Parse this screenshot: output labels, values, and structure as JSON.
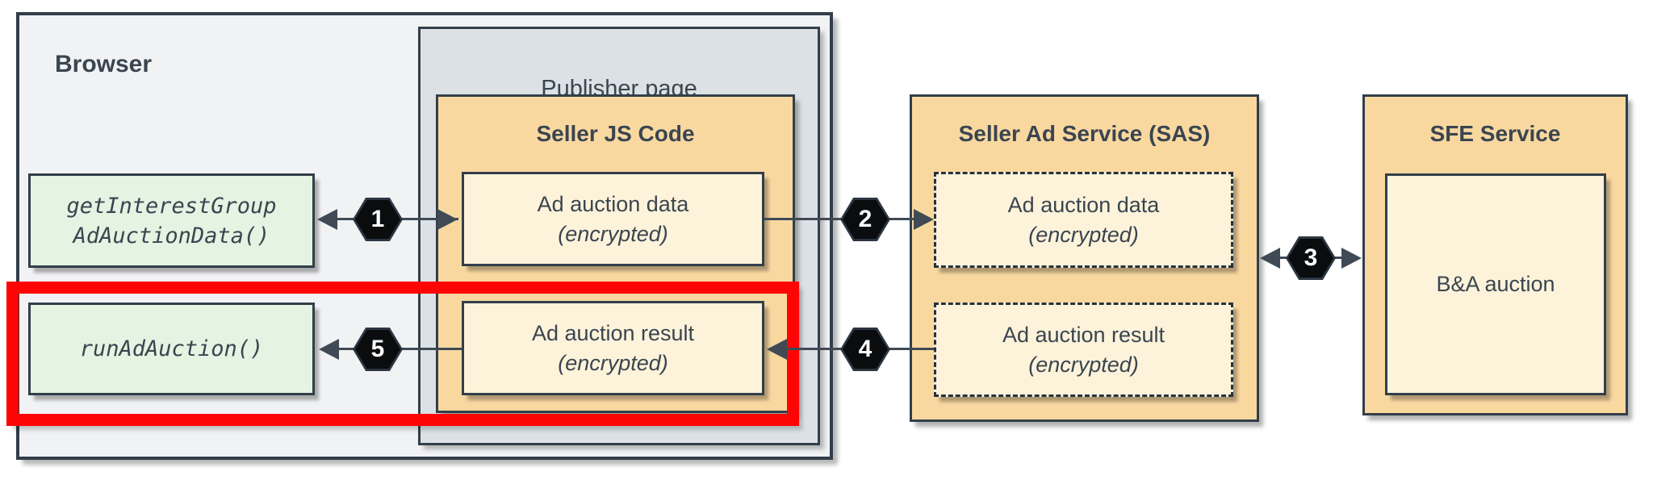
{
  "browser": {
    "title": "Browser"
  },
  "publisher": {
    "title": "Publisher page"
  },
  "seller_js": {
    "title": "Seller JS Code",
    "boxes": {
      "data": {
        "line1": "Ad auction data",
        "line2": "(encrypted)"
      },
      "result": {
        "line1": "Ad auction result",
        "line2": "(encrypted)"
      }
    }
  },
  "browser_apis": {
    "get_data": {
      "line1": "getInterestGroup",
      "line2": "AdAuctionData()"
    },
    "run_auction": {
      "label": "runAdAuction()"
    }
  },
  "sas": {
    "title": "Seller Ad Service (SAS)",
    "boxes": {
      "data": {
        "line1": "Ad auction data",
        "line2": "(encrypted)"
      },
      "result": {
        "line1": "Ad auction result",
        "line2": "(encrypted)"
      }
    }
  },
  "sfe": {
    "title": "SFE Service",
    "auction_label": "B&A auction"
  },
  "steps": {
    "s1": "1",
    "s2": "2",
    "s3": "3",
    "s4": "4",
    "s5": "5"
  },
  "colors": {
    "browser_fill": "#f1f2f4",
    "publisher_fill": "#dce1e5",
    "service_fill": "#f9d8a0",
    "node_fill": "#fdf3da",
    "api_fill": "#e3f4e2",
    "border": "#323e4a",
    "text": "#3a4550",
    "arrow": "#3f4a55",
    "step_badge": "#0a0c0e",
    "highlight": "#fe0505"
  }
}
